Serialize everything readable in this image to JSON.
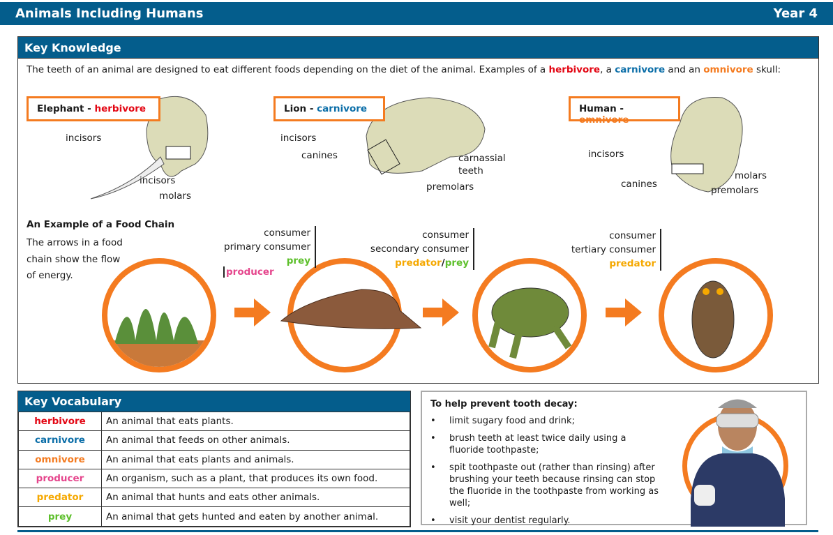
{
  "header": {
    "title": "Animals Including Humans",
    "year": "Year 4"
  },
  "key_knowledge": {
    "title": "Key Knowledge",
    "intro": {
      "text": "The teeth of an animal are designed to eat different foods depending on the diet of the animal. Examples of a ",
      "herbivore": "herbivore",
      "sep1": ", a ",
      "carnivore": "carnivore",
      "sep2": " and an ",
      "omnivore": "omnivore",
      "end": " skull:"
    },
    "skulls": [
      {
        "animal": "Elephant",
        "dash": " - ",
        "diet": "herbivore",
        "labels": [
          "incisors",
          "incisors",
          "molars"
        ]
      },
      {
        "animal": "Lion",
        "dash": " - ",
        "diet": "carnivore",
        "labels": [
          "incisors",
          "canines",
          "carnassial teeth",
          "premolars"
        ]
      },
      {
        "animal": "Human",
        "dash": " - ",
        "diet": "omnivore",
        "labels": [
          "incisors",
          "canines",
          "molars",
          "premolars"
        ]
      }
    ],
    "food_chain": {
      "title": "An Example of a Food Chain",
      "description": "The arrows in a food chain show the flow of energy.",
      "producer": "producer",
      "slug": {
        "l1": "consumer",
        "l2": "primary consumer",
        "l3": "prey"
      },
      "frog": {
        "l1": "consumer",
        "l2": "secondary consumer",
        "l3a": "predator",
        "slash": "/",
        "l3b": "prey"
      },
      "owl": {
        "l1": "consumer",
        "l2": "tertiary consumer",
        "l3": "predator"
      }
    }
  },
  "vocabulary": {
    "title": "Key Vocabulary",
    "rows": [
      {
        "term": "herbivore",
        "def": "An animal that eats plants.",
        "color": "#e30613"
      },
      {
        "term": "carnivore",
        "def": "An animal that feeds on other animals.",
        "color": "#0b6ea8"
      },
      {
        "term": "omnivore",
        "def": "An animal that eats plants and animals.",
        "color": "#f47b20"
      },
      {
        "term": "producer",
        "def": "An organism, such as a plant, that produces its own food.",
        "color": "#e5458c"
      },
      {
        "term": "predator",
        "def": "An animal that hunts and eats other animals.",
        "color": "#f5a800"
      },
      {
        "term": "prey",
        "def": "An animal that gets hunted and eaten by another animal.",
        "color": "#5cbf2a"
      }
    ]
  },
  "tooth_decay": {
    "title": "To help prevent tooth decay:",
    "items": [
      "limit sugary food and drink;",
      "brush teeth at least twice daily using a fluoride toothpaste;",
      "spit toothpaste out (rather than rinsing) after brushing your teeth because rinsing can stop the fluoride in the toothpaste from working as well;",
      "visit your dentist regularly."
    ]
  }
}
